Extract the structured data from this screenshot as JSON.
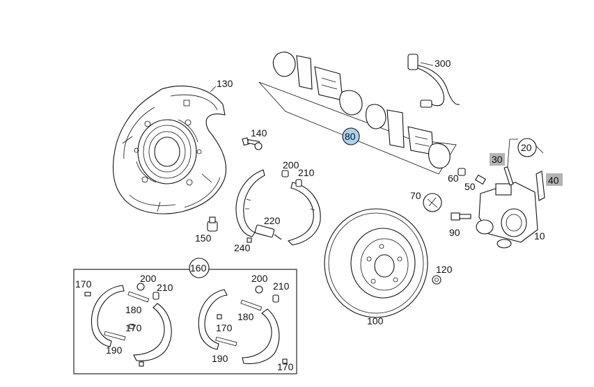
{
  "callouts": {
    "c10": "10",
    "c20": "20",
    "c30": "30",
    "c40": "40",
    "c50": "50",
    "c60": "60",
    "c70": "70",
    "c80": "80",
    "c90": "90",
    "c100": "100",
    "c120": "120",
    "c130": "130",
    "c140": "140",
    "c150": "150",
    "c160": "160",
    "c200": "200",
    "c210": "210",
    "c220": "220",
    "c240": "240",
    "c300": "300"
  },
  "kit": {
    "c170a": "170",
    "c200a": "200",
    "c210a": "210",
    "c180a": "180",
    "c170b": "170",
    "c190a": "190",
    "c200b": "200",
    "c210b": "210",
    "c170c": "170",
    "c180b": "180",
    "c190b": "190",
    "c170d": "170"
  },
  "colors": {
    "highlight_blue": "#a9d3ee",
    "highlight_gray": "#b3b3b3",
    "line": "#111111"
  }
}
